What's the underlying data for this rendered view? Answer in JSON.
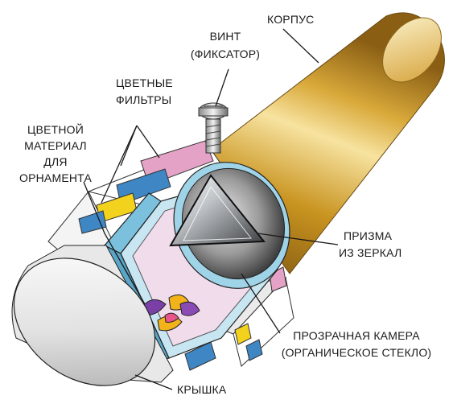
{
  "labels": {
    "body": "КОРПУС",
    "screw_line1": "ВИНТ",
    "screw_line2": "(ФИКСАТОР)",
    "filters_line1": "ЦВЕТНЫЕ",
    "filters_line2": "ФИЛЬТРЫ",
    "material_line1": "ЦВЕТНОЙ",
    "material_line2": "МАТЕРИАЛ",
    "material_line3": "ДЛЯ",
    "material_line4": "ОРНАМЕНТА",
    "prism_line1": "ПРИЗМА",
    "prism_line2": "ИЗ ЗЕРКАЛ",
    "chamber_line1": "ПРОЗРАЧНАЯ КАМЕРА",
    "chamber_line2": "(ОРГАНИЧЕСКОЕ СТЕКЛО)",
    "cap": "КРЫШКА"
  },
  "colors": {
    "tube_gold": "#d4a73a",
    "tube_highlight": "#f8e7a8",
    "tube_shadow": "#8e6418",
    "chamber_blue": "#9fd3e8",
    "filter_pink": "#e4a3c6",
    "filter_yellow": "#f3d21d",
    "filter_blue": "#3e86c4",
    "cap_grey": "#d6d6d6",
    "leader_line": "#1a1a1a"
  }
}
